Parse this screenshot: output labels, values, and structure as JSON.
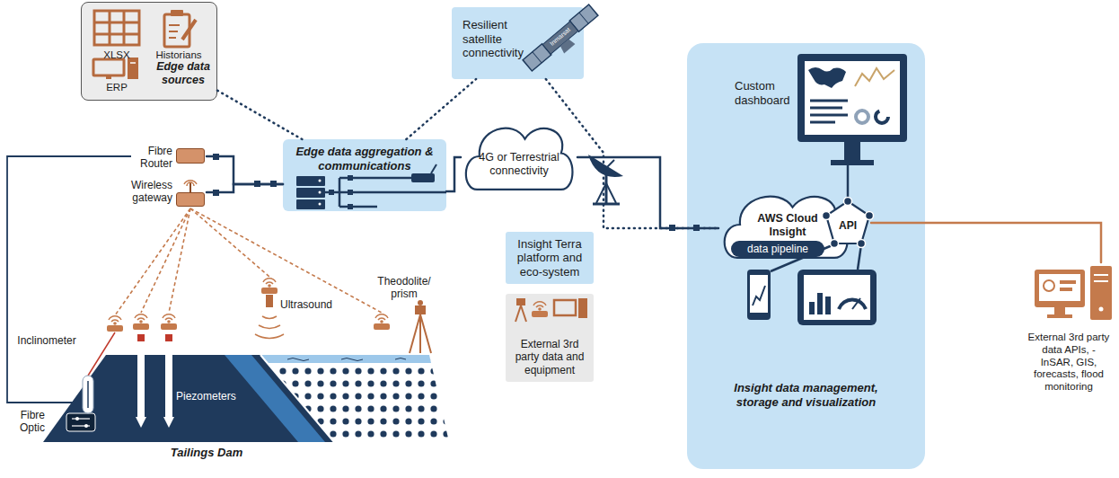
{
  "diagram": {
    "nodes": [
      {
        "text": [
          "XLSX",
          "Historians",
          "ERP",
          "Edge data sources"
        ]
      },
      {
        "text": [
          "Fibre Router"
        ]
      },
      {
        "text": [
          "Wireless gateway"
        ]
      },
      {
        "text": [
          "Edge data aggregation & communications"
        ]
      },
      {
        "text": [
          "Resilient satellite connectivity"
        ]
      },
      {
        "text": [
          "4G or Terrestrial connectivity"
        ]
      },
      {
        "text": [
          "Insight Terra platform and eco-system"
        ]
      },
      {
        "text": [
          "External 3rd party data and equipment"
        ]
      },
      {
        "text": [
          "Insight data management, storage and visualization"
        ]
      },
      {
        "text": [
          "AWS Cloud Insight",
          "data pipeline"
        ],
        "in": 8
      },
      {
        "text": [
          "API"
        ],
        "in": 8
      },
      {
        "text": [
          "External 3rd party data APIs, - InSAR, GIS, forecasts, flood monitoring"
        ]
      }
    ],
    "edges": [
      {
        "from": 0,
        "to": 3,
        "arrow": "none"
      },
      {
        "from": 1,
        "to": 3,
        "arrow": "none"
      },
      {
        "from": 2,
        "to": 3,
        "arrow": "none"
      },
      {
        "from": 3,
        "to": 5,
        "arrow": "none"
      },
      {
        "from": 3,
        "to": 4,
        "arrow": "none"
      },
      {
        "from": 4,
        "to": 9,
        "arrow": "none"
      },
      {
        "from": 5,
        "to": 9,
        "arrow": "none"
      },
      {
        "from": 10,
        "to": 11,
        "arrow": "none"
      }
    ],
    "labels": [
      "Custom dashboard",
      "Inmarsat",
      "Inclinometer",
      "Piezometers",
      "Ultrasound",
      "Theodolite/ prism",
      "Fibre Optic",
      "Tailings Dam"
    ]
  }
}
